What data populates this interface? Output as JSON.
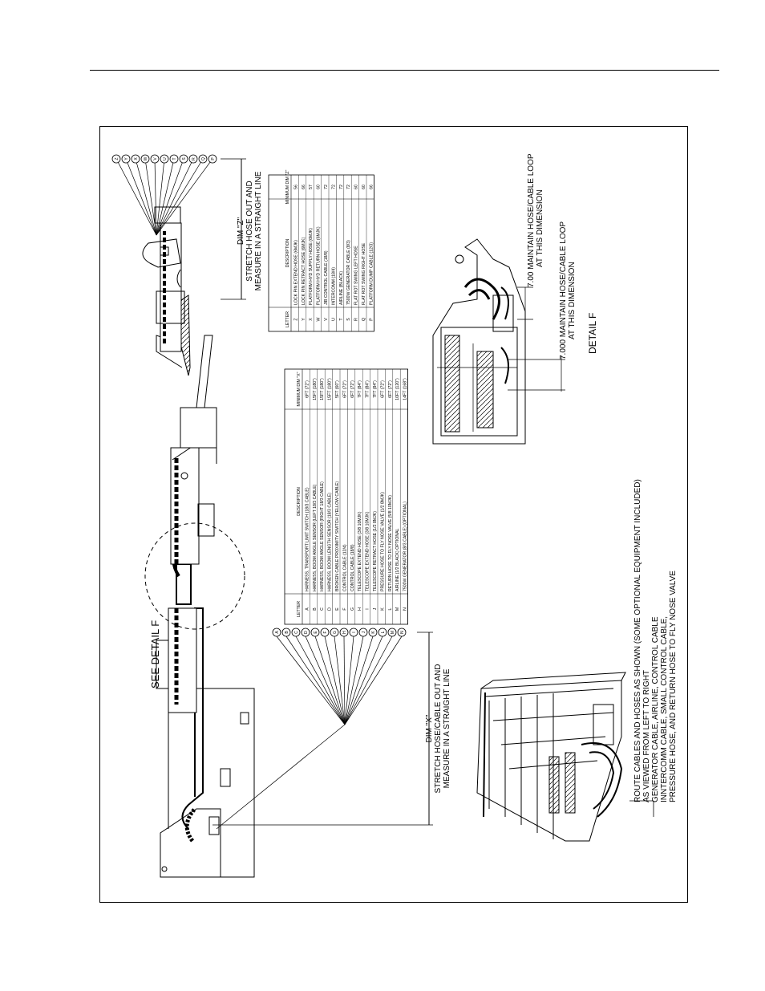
{
  "figure": {
    "see_detail": "SEE DETAIL F",
    "detail_title": "DETAIL F",
    "dim_z_label": "DIM \"Z\"",
    "dim_z_note_1": "STRETCH HOSE OUT AND",
    "dim_z_note_2": "MEASURE IN A STRAIGHT LINE",
    "dim_x_label": "DIM \"X\"",
    "dim_x_note_1": "STRETCH HOSE/CABLE OUT AND",
    "dim_x_note_2": "MEASURE IN A STRAIGHT LINE",
    "loop_a_1": "7.00 MAINTAIN HOSE/CABLE LOOP",
    "loop_a_2": "AT THIS DIMENSION",
    "loop_b_1": "7.000 MAINTAIN HOSE/CABLE LOOP",
    "loop_b_2": "AT THIS DIMENSION",
    "route_1": "ROUTE CABLES AND HOSES AS SHOWN (SOME OPTIONAL EQUIPMENT INCLUDED)",
    "route_2": "AS VIEWED FROM LEFT TO RIGHT",
    "route_3": "GENERATOR CABLE, AIRLINE, CONTROL CABLE",
    "route_4": "INNTERCOMM CABLE, SMALL CONTROL CABLE,",
    "route_5": "PRESSURE HOSE, AND RETURN HOSE TO FLY NOSE VALVE"
  },
  "table_z": {
    "headers": [
      "LETTER",
      "DESCRIPTION",
      "MINIMUM DIM \"Z\""
    ],
    "rows": [
      [
        "Z",
        "LOCK PIN EXTEND HOSE (6MJK)",
        "56"
      ],
      [
        "Y",
        "LOCK PIN RETRACT HOSE (6MJK)",
        "66"
      ],
      [
        "X",
        "PLATFORM HYD SUPPLY HOSE (6MJK)",
        "57"
      ],
      [
        "W",
        "PLATFORM HYD RETURN HOSE (6MJK)",
        "60"
      ],
      [
        "V",
        "JIB CONTROL CABLE (18/8)",
        "72"
      ],
      [
        "U",
        "INTERCOMM (18/4)",
        "72"
      ],
      [
        "T",
        "AIRLINE (BLACK)",
        "72"
      ],
      [
        "S",
        "7500W GENERATOR CABLE (8/3)",
        "72"
      ],
      [
        "R",
        "FLAT ROT SWING LEFT HOSE",
        "60"
      ],
      [
        "Q",
        "FLAT ROT SWING RIGHT HOSE",
        "60"
      ],
      [
        "P",
        "PLATFORM DUMP CABLE (12/3)",
        "66"
      ]
    ]
  },
  "table_x": {
    "headers": [
      "LETTER",
      "DESCRIPTION",
      "MINIMUM DIM \"X\""
    ],
    "rows": [
      [
        "A",
        "HARNESS, TRANSPORT LIMIT SWITCH (18/3 CABLE)",
        "6FT (72\")"
      ],
      [
        "B",
        "HARNESS, BOOM ANGLE SENSOR (LEFT 18/3 CABLE)",
        "15FT (180\")"
      ],
      [
        "C",
        "HARNESS, BOOM ANGLE SENSOR (RIGHT 18/3 CABLE)",
        "15FT (180\")"
      ],
      [
        "D",
        "HARNESS, BOOM LENGTH SENSOR (18/3 CABLE)",
        "15FT (180\")"
      ],
      [
        "E",
        "BROKEN CABLE PROXIMITY SWITCH (YELLOW CABLE)",
        "5FT (60\")"
      ],
      [
        "F",
        "CONTROL CABLE (12/4)",
        "6FT (72\")"
      ],
      [
        "G",
        "CONTROL CABLE (18/8)",
        "6FT (72\")"
      ],
      [
        "H",
        "TELESCOPE EXTEND HOSE (3/8 10MJK)",
        "7FT (84\")"
      ],
      [
        "I",
        "TELESCOPE EXTEND HOSE (3/8 10MJK)",
        "7FT (84\")"
      ],
      [
        "J",
        "TELESCOPE RETRACT HOSE (1/2 8MJK)",
        "7FT (84\")"
      ],
      [
        "K",
        "PRESSURE HOSE TO FLY NOSE VALVE (1/2 8MJK)",
        "6FT (72\")"
      ],
      [
        "L",
        "RETURN HOSE TO FLY NOSE VALVE (5/8 10MJK)",
        "6FT (72\")"
      ],
      [
        "M",
        "AIRLINE (1/2 BLACK) OPTIONAL",
        "10FT (120\")"
      ],
      [
        "N",
        "7500W GENERATOR (8/3 CABLE) (OPTIONAL)",
        "14FT (168\")"
      ]
    ]
  },
  "callouts_z": [
    "Z",
    "Y",
    "X",
    "W",
    "V",
    "U",
    "T",
    "S",
    "R",
    "Q",
    "P"
  ],
  "callouts_x": [
    "A",
    "B",
    "C",
    "D",
    "E",
    "F",
    "G",
    "H",
    "I",
    "J",
    "K",
    "L",
    "M",
    "N"
  ]
}
